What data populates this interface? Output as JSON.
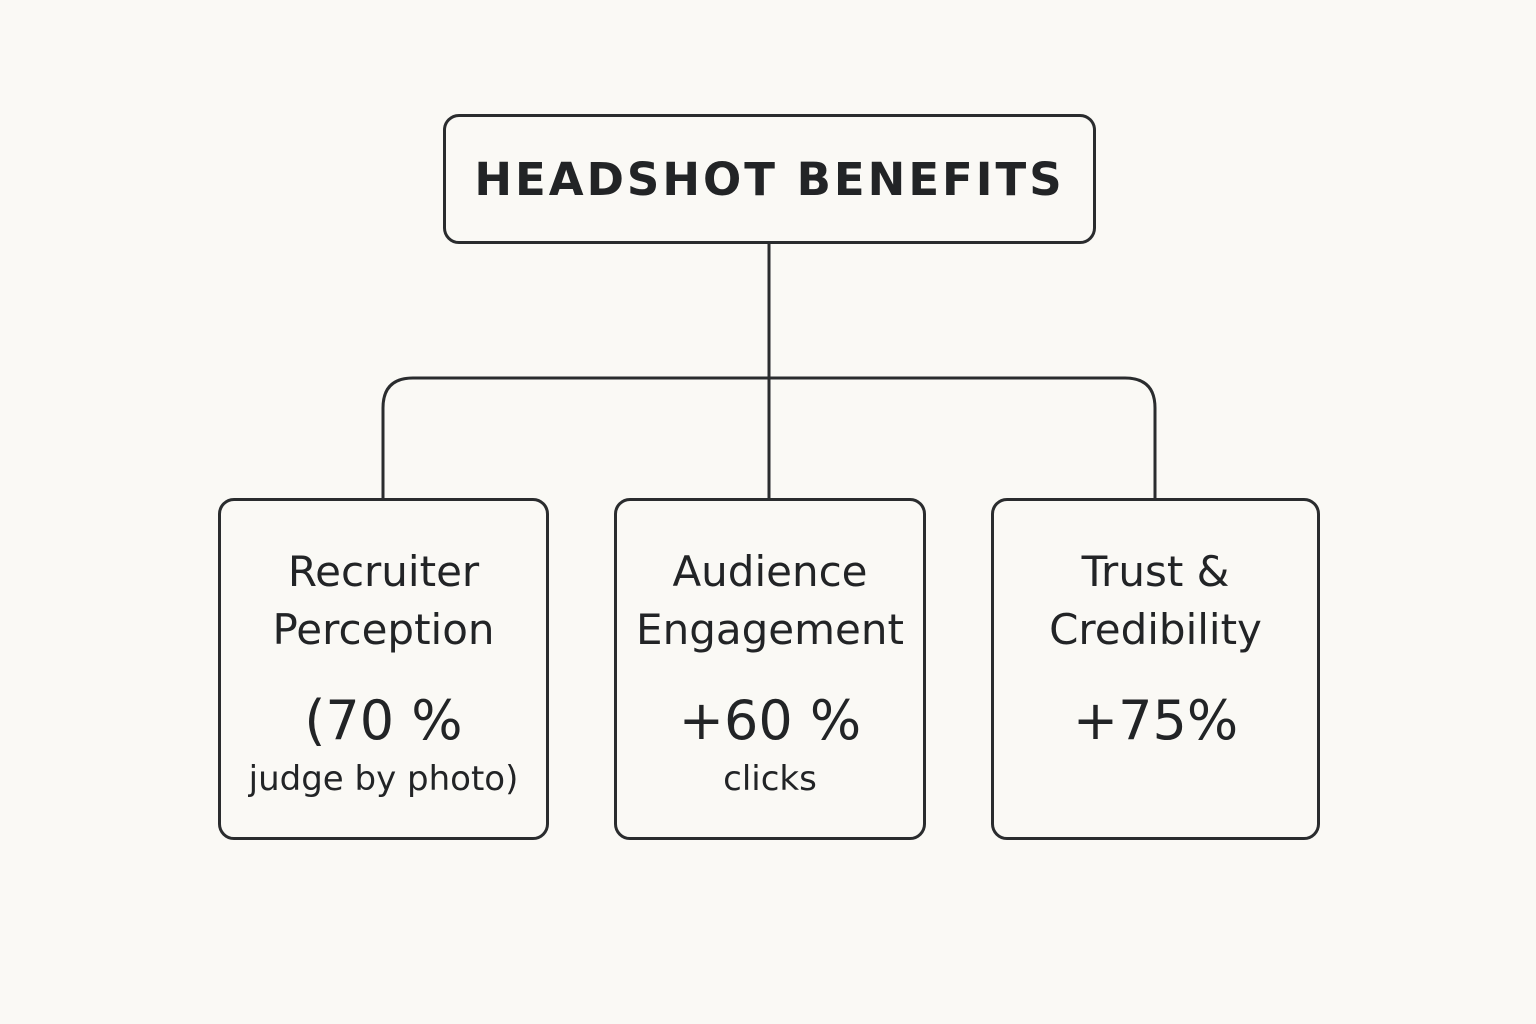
{
  "root": {
    "label": "HEADSHOT BENEFITS"
  },
  "benefits": [
    {
      "title_line1": "Recruiter",
      "title_line2": "Perception",
      "value": "(70 %",
      "caption": "judge by photo)"
    },
    {
      "title_line1": "Audience",
      "title_line2": "Engagement",
      "value": "+60 %",
      "caption": "clicks"
    },
    {
      "title_line1": "Trust &",
      "title_line2": "Credibility",
      "value": "+75%",
      "caption": ""
    }
  ],
  "colors": {
    "background": "#faf9f5",
    "stroke": "#2a2c2e",
    "text": "#222426"
  }
}
